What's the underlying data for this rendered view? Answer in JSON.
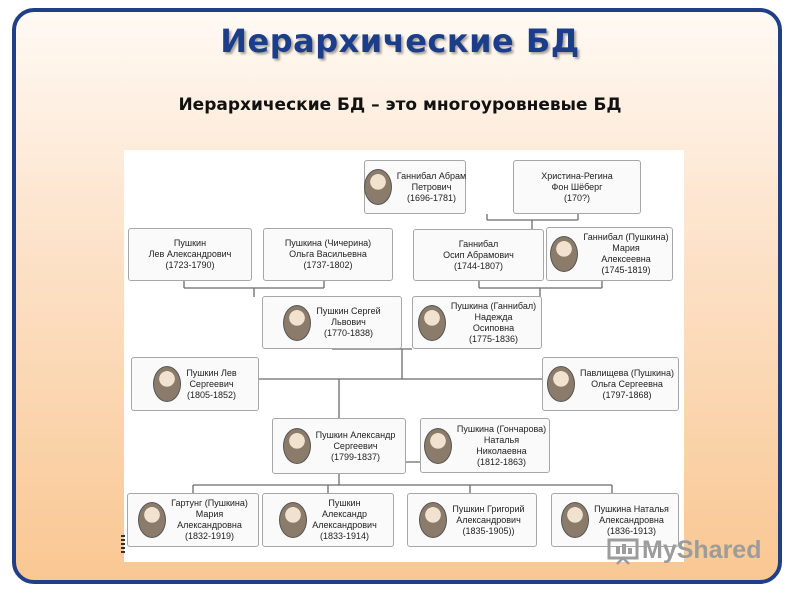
{
  "slide": {
    "title": "Иерархические БД",
    "subtitle": "Иерархические БД – это многоуровневые БД"
  },
  "family_tree": {
    "nodes": [
      {
        "id": "hannibal-abram",
        "lines": [
          "Ганнибал Абрам",
          "Петрович",
          "(1696-1781)"
        ],
        "portrait": true
      },
      {
        "id": "christina-regina",
        "lines": [
          "Христина-Регина",
          "Фон Шёберг",
          "(170?)"
        ],
        "portrait": false
      },
      {
        "id": "pushkin-lev-a",
        "lines": [
          "Пушкин",
          "Лев Александрович",
          "(1723-1790)"
        ],
        "portrait": false
      },
      {
        "id": "pushkina-chicherina",
        "lines": [
          "Пушкина (Чичерина)",
          "Ольга Васильевна",
          "(1737-1802)"
        ],
        "portrait": false
      },
      {
        "id": "hannibal-osip",
        "lines": [
          "Ганнибал",
          "Осип Абрамович",
          "(1744-1807)"
        ],
        "portrait": false
      },
      {
        "id": "hannibal-maria",
        "lines": [
          "Ганнибал (Пушкина)",
          "Мария",
          "Алексеевна",
          "(1745-1819)"
        ],
        "portrait": true
      },
      {
        "id": "pushkin-sergey",
        "lines": [
          "Пушкин Сергей",
          "Львович",
          "(1770-1838)"
        ],
        "portrait": true
      },
      {
        "id": "pushkina-nadezhda",
        "lines": [
          "Пушкина (Ганнибал)",
          "Надежда",
          "Осиповна",
          "(1775-1836)"
        ],
        "portrait": true
      },
      {
        "id": "pushkin-lev-s",
        "lines": [
          "Пушкин Лев",
          "Сергеевич",
          "(1805-1852)"
        ],
        "portrait": true
      },
      {
        "id": "pavlishcheva-olga",
        "lines": [
          "Павлищева (Пушкина)",
          "Ольга Сергеевна",
          "(1797-1868)"
        ],
        "portrait": true
      },
      {
        "id": "pushkin-alexander",
        "lines": [
          "Пушкин Александр",
          "Сергеевич",
          "(1799-1837)"
        ],
        "portrait": true
      },
      {
        "id": "pushkina-natalya-g",
        "lines": [
          "Пушкина (Гончарова)",
          "Наталья",
          "Николаевна",
          "(1812-1863)"
        ],
        "portrait": true
      },
      {
        "id": "gartung-maria",
        "lines": [
          "Гартунг (Пушкина)",
          "Мария",
          "Александровна",
          "(1832-1919)"
        ],
        "portrait": true
      },
      {
        "id": "pushkin-alexander-a",
        "lines": [
          "Пушкин",
          "Александр",
          "Александрович",
          "(1833-1914)"
        ],
        "portrait": true
      },
      {
        "id": "pushkin-grigory",
        "lines": [
          "Пушкин Григорий",
          "Александрович",
          "(1835-1905))"
        ],
        "portrait": true
      },
      {
        "id": "pushkina-natalya-a",
        "lines": [
          "Пушкина Наталья",
          "Александровна",
          "(1836-1913)"
        ],
        "portrait": true
      }
    ]
  },
  "watermark": {
    "text": "MyShared",
    "icon": "presentation-board-icon"
  },
  "colors": {
    "frame": "#1f3f86",
    "title": "#1c3e8a",
    "background_top": "#fffaf4",
    "background_bottom": "#f9c792",
    "node_border": "#a6a6a6",
    "connector": "#6b6b6b"
  }
}
